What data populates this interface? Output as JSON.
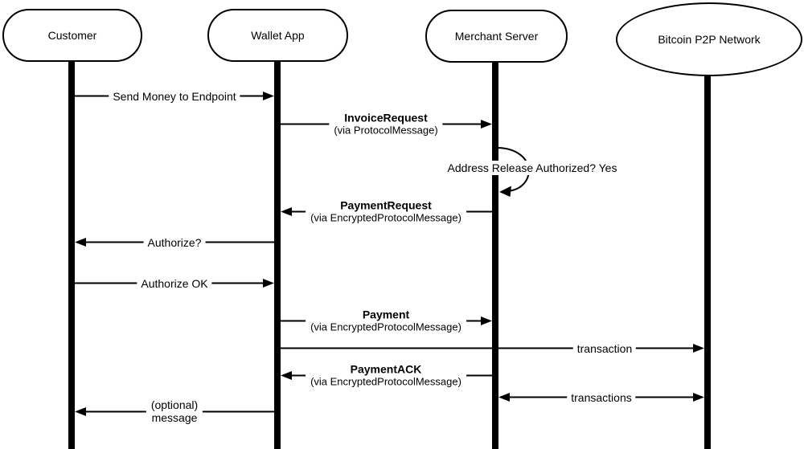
{
  "diagram_type": "sequence-diagram",
  "actors": [
    {
      "name": "Customer",
      "shape": "stadium"
    },
    {
      "name": "Wallet App",
      "shape": "stadium"
    },
    {
      "name": "Merchant Server",
      "shape": "stadium"
    },
    {
      "name": "Bitcoin P2P Network",
      "shape": "ellipse"
    }
  ],
  "messages": [
    {
      "label": "Send Money to Endpoint",
      "from": "Customer",
      "to": "Wallet App"
    },
    {
      "label": "InvoiceRequest",
      "sub": "(via ProtocolMessage)",
      "from": "Wallet App",
      "to": "Merchant Server"
    },
    {
      "label": "Address Release Authorized? Yes",
      "from": "Merchant Server",
      "to": "Merchant Server",
      "type": "self-loop"
    },
    {
      "label": "PaymentRequest",
      "sub": "(via EncryptedProtocolMessage)",
      "from": "Merchant Server",
      "to": "Wallet App"
    },
    {
      "label": "Authorize?",
      "from": "Wallet App",
      "to": "Customer"
    },
    {
      "label": "Authorize OK",
      "from": "Customer",
      "to": "Wallet App"
    },
    {
      "label": "Payment",
      "sub": "(via EncryptedProtocolMessage)",
      "from": "Wallet App",
      "to": "Merchant Server"
    },
    {
      "label": "transaction",
      "from": "Wallet App",
      "to": "Bitcoin P2P Network"
    },
    {
      "label": "PaymentACK",
      "sub": "(via EncryptedProtocolMessage)",
      "from": "Merchant Server",
      "to": "Wallet App"
    },
    {
      "label": "transactions",
      "from": "Merchant Server",
      "to": "Bitcoin P2P Network",
      "bidirectional": true
    },
    {
      "label": "(optional)",
      "sub": "message",
      "from": "Wallet App",
      "to": "Customer"
    }
  ],
  "colors": {
    "line": "#000000",
    "fill": "#ffffff",
    "background": "#ffffff"
  }
}
